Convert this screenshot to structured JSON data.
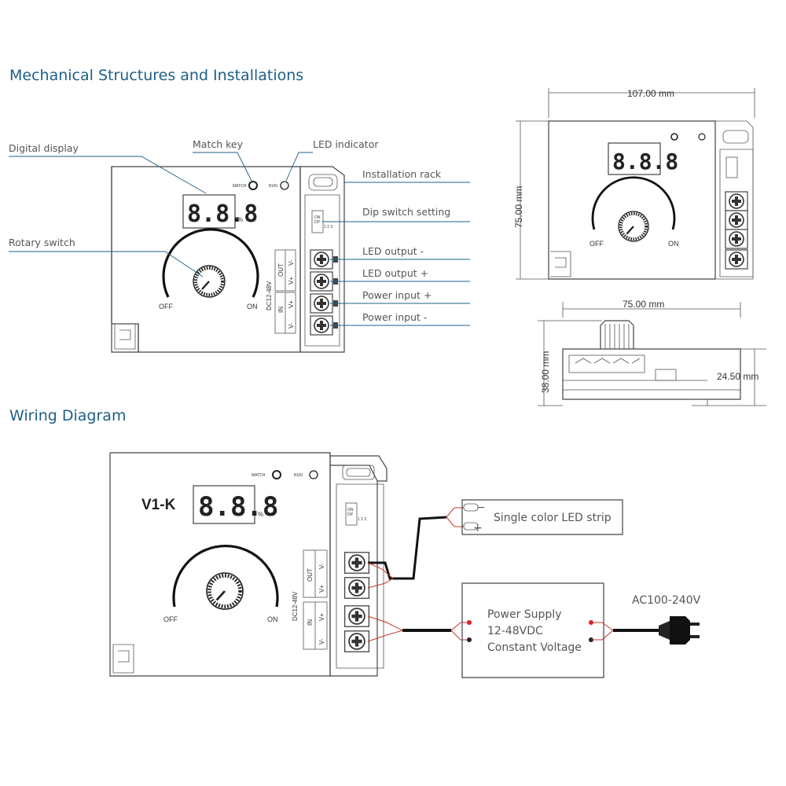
{
  "titles": {
    "mechanical": "Mechanical Structures and Installations",
    "wiring": "Wiring Diagram"
  },
  "callouts": {
    "digital_display": "Digital display",
    "match_key": "Match key",
    "led_indicator": "LED indicator",
    "installation_rack": "Installation rack",
    "dip_switch": "Dip switch setting",
    "rotary_switch": "Rotary switch",
    "led_output_neg": "LED output -",
    "led_output_pos": "LED output +",
    "power_input_pos": "Power input +",
    "power_input_neg": "Power input -"
  },
  "device": {
    "display": "8.8.8",
    "percent": "%",
    "off": "OFF",
    "on": "ON",
    "match": "MATCH",
    "run": "RUN",
    "out": "OUT",
    "in": "IN",
    "v_minus": "V-",
    "v_plus": "V+",
    "voltage": "DC12-48V",
    "dip_on": "ON",
    "dip_dp": "DP",
    "dip_nums": "1 2 3",
    "model": "V1-K"
  },
  "dimensions": {
    "width_top": "107.00 mm",
    "height_top": "75.00 mm",
    "width_side": "75.00 mm",
    "height_side": "38.00 mm",
    "body_height": "24.50 mm"
  },
  "wiring": {
    "led_strip": "Single color LED strip",
    "strip_minus": "−",
    "strip_plus": "+",
    "psu_line1": "Power Supply",
    "psu_line2": "12-48VDC",
    "psu_line3": "Constant Voltage",
    "ac": "AC100-240V"
  }
}
